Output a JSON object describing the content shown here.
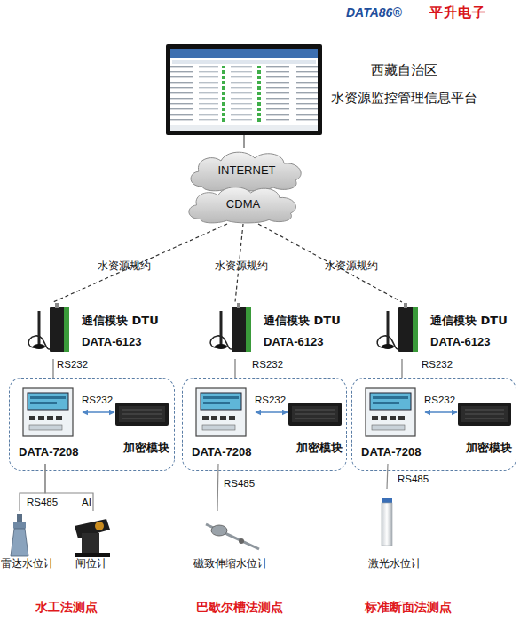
{
  "diagram": {
    "nodes": [
      {
        "text": [
          "西藏自治区 水资源监控管理信息平台"
        ]
      },
      {
        "text": [
          "INTERNET"
        ]
      },
      {
        "text": [
          "CDMA"
        ]
      },
      {
        "text": [
          "通信模块 DTU",
          "DATA-6123"
        ]
      },
      {
        "text": [
          "通信模块 DTU",
          "DATA-6123"
        ]
      },
      {
        "text": [
          "通信模块 DTU",
          "DATA-6123"
        ]
      },
      {
        "text": []
      },
      {
        "text": [
          "DATA-7208"
        ],
        "in": 6
      },
      {
        "text": [
          "加密模块"
        ],
        "in": 6
      },
      {
        "text": []
      },
      {
        "text": [
          "DATA-7208"
        ],
        "in": 9
      },
      {
        "text": [
          "加密模块"
        ],
        "in": 9
      },
      {
        "text": []
      },
      {
        "text": [
          "DATA-7208"
        ],
        "in": 12
      },
      {
        "text": [
          "加密模块"
        ],
        "in": 12
      },
      {
        "text": [
          "雷达水位计"
        ]
      },
      {
        "text": [
          "闸位计"
        ]
      },
      {
        "text": [
          "磁致伸缩水位计"
        ]
      },
      {
        "text": [
          "激光水位计"
        ]
      }
    ],
    "edges": [
      {
        "from": 0,
        "to": 1,
        "arrow": "none"
      },
      {
        "from": 2,
        "to": 3,
        "label": "水资源规约",
        "arrow": "none"
      },
      {
        "from": 2,
        "to": 4,
        "label": "水资源规约",
        "arrow": "none"
      },
      {
        "from": 2,
        "to": 5,
        "label": "水资源规约",
        "arrow": "none"
      },
      {
        "from": 3,
        "to": 6,
        "label": "RS232",
        "arrow": "none"
      },
      {
        "from": 4,
        "to": 9,
        "label": "RS232",
        "arrow": "none"
      },
      {
        "from": 5,
        "to": 12,
        "label": "RS232",
        "arrow": "none"
      },
      {
        "from": 7,
        "to": 8,
        "label": "RS232",
        "arrow": "both"
      },
      {
        "from": 10,
        "to": 11,
        "label": "RS232",
        "arrow": "both"
      },
      {
        "from": 13,
        "to": 14,
        "label": "RS232",
        "arrow": "both"
      },
      {
        "from": 7,
        "to": 15,
        "label": "RS485",
        "arrow": "none"
      },
      {
        "from": 7,
        "to": 16,
        "label": "AI",
        "arrow": "none"
      },
      {
        "from": 10,
        "to": 17,
        "label": "RS485",
        "arrow": "none"
      },
      {
        "from": 13,
        "to": 18,
        "label": "RS485",
        "arrow": "none"
      }
    ],
    "labels": [
      "DATA86®",
      "平升电子",
      "水工法测点",
      "巴歇尔槽法测点",
      "标准断面法测点"
    ]
  }
}
